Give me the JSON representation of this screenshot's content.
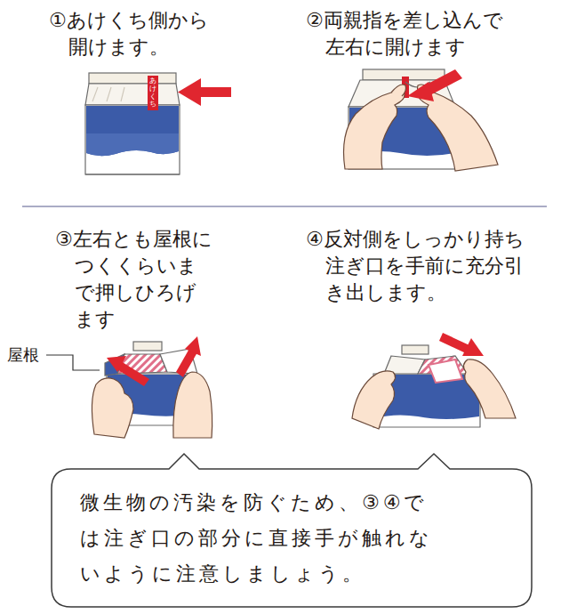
{
  "diagram": {
    "nodes": [
      {
        "text": [
          "あけくち"
        ]
      },
      {
        "text": [
          "微生物の汚染を防ぐため、③④では注ぎ口の部分に直接手が触れないように注意しましょう。"
        ]
      }
    ],
    "labels": [
      "①あけくち側から開けます。",
      "②両親指を差し込んで左右に開けます",
      "③左右とも屋根につくくらいまで押しひろげます",
      "④反対側をしっかり持ち注ぎ口を手前に充分引き出します。",
      "屋根"
    ]
  }
}
